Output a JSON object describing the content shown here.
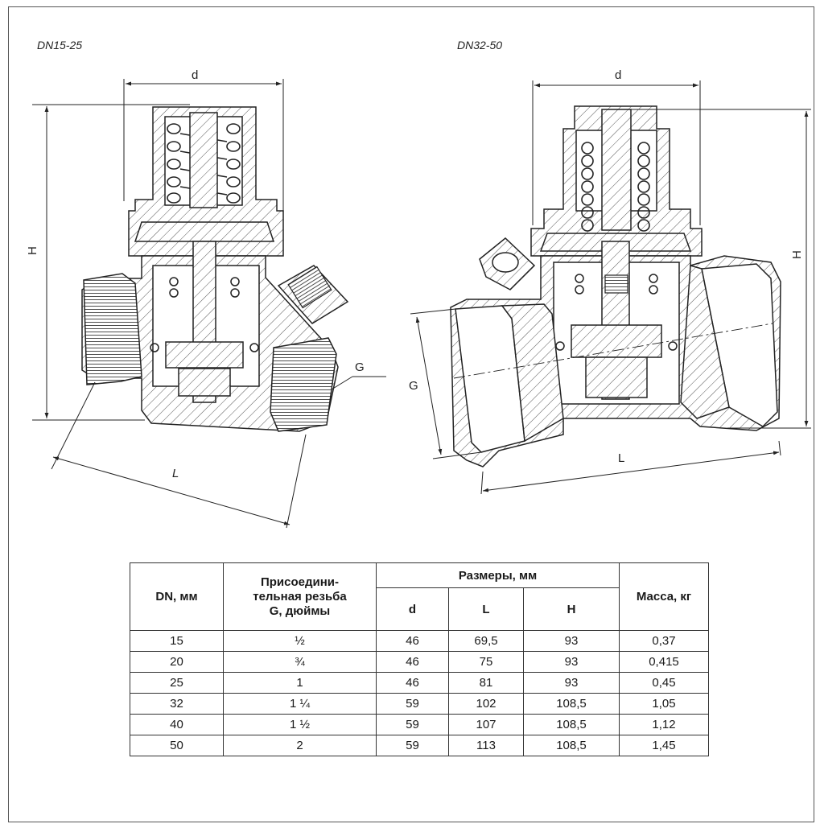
{
  "captions": {
    "left": "DN15-25",
    "right": "DN32-50"
  },
  "dimensions": {
    "left": {
      "d": "d",
      "H": "H",
      "L": "L",
      "G": "G"
    },
    "right": {
      "d": "d",
      "H": "H",
      "L": "L",
      "G": "G"
    }
  },
  "table": {
    "headers": {
      "dn": "DN, мм",
      "thread": [
        "Присоедини-",
        "тельная резьба",
        "G, дюймы"
      ],
      "sizes": "Размеры, мм",
      "d": "d",
      "L": "L",
      "H": "H",
      "mass": "Масса, кг"
    },
    "rows": [
      {
        "dn": "15",
        "g": "½",
        "d": "46",
        "l": "69,5",
        "h": "93",
        "mass": "0,37"
      },
      {
        "dn": "20",
        "g": "¾",
        "d": "46",
        "l": "75",
        "h": "93",
        "mass": "0,415"
      },
      {
        "dn": "25",
        "g": "1",
        "d": "46",
        "l": "81",
        "h": "93",
        "mass": "0,45"
      },
      {
        "dn": "32",
        "g": "1 ¼",
        "d": "59",
        "l": "102",
        "h": "108,5",
        "mass": "1,05"
      },
      {
        "dn": "40",
        "g": "1 ½",
        "d": "59",
        "l": "107",
        "h": "108,5",
        "mass": "1,12"
      },
      {
        "dn": "50",
        "g": "2",
        "d": "59",
        "l": "113",
        "h": "108,5",
        "mass": "1,45"
      }
    ]
  }
}
